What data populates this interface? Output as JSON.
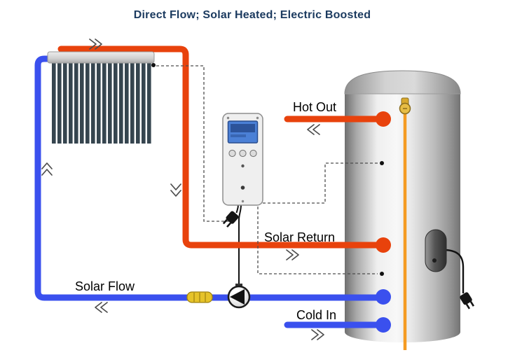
{
  "title": "Direct Flow; Solar Heated; Electric Boosted",
  "labels": {
    "hot_out": "Hot Out",
    "solar_return": "Solar Return",
    "solar_flow": "Solar Flow",
    "cold_in": "Cold In"
  },
  "colors": {
    "title_text": "#1b3a5f",
    "hot_pipe": "#e8420c",
    "cold_pipe": "#3a50ee",
    "element_rod": "#f59b22",
    "valve_body": "#e6c329",
    "collector_tubes": "#36454f",
    "sensor_dot": "#111111"
  },
  "icons": {
    "collector": "solar-collector-panel",
    "controller": "solar-controller",
    "tank": "hot-water-storage-tank",
    "pump": "circulation-pump",
    "valve": "isolation-valve",
    "element": "electric-element",
    "thermostat": "tank-thermostat",
    "plug": "power-plug",
    "flow_arrows": [
      "right",
      "up",
      "down",
      "left",
      "right",
      "left",
      "right"
    ]
  }
}
